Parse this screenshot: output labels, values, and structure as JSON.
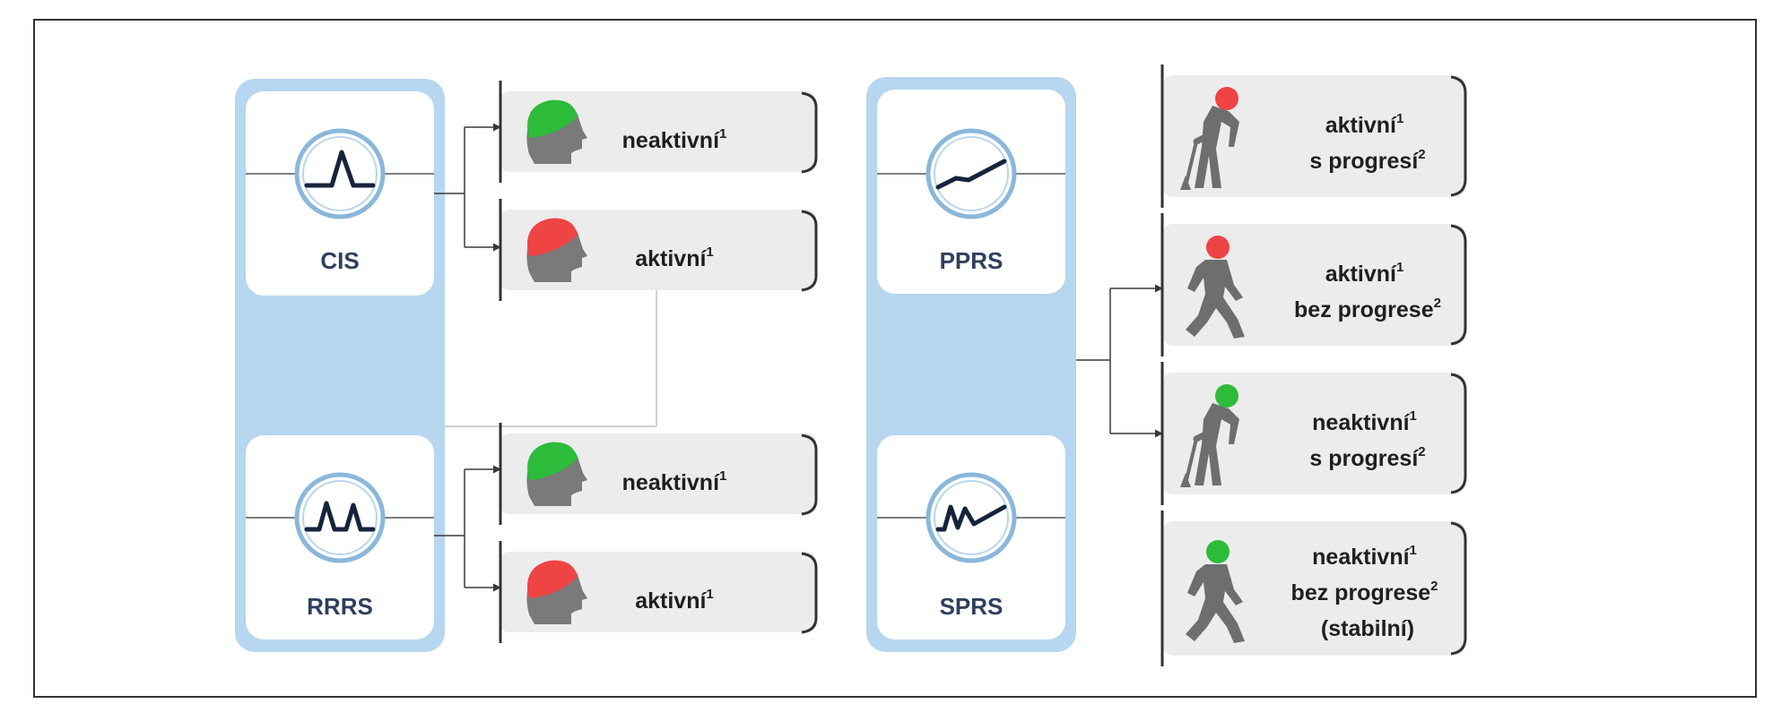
{
  "diagram": {
    "courses": {
      "cis": {
        "label": "CIS"
      },
      "rrms": {
        "label": "RRRS"
      },
      "ppms": {
        "label": "PPRS"
      },
      "spms": {
        "label": "SPRS"
      }
    },
    "relapsing_outcomes": [
      {
        "main": "neaktivní",
        "sup": "1"
      },
      {
        "main": "aktivní",
        "sup": "1"
      },
      {
        "main": "neaktivní",
        "sup": "1"
      },
      {
        "main": "aktivní",
        "sup": "1"
      }
    ],
    "progressive_outcomes": [
      {
        "line1": "aktivní",
        "sup1": "1",
        "line2": "s progresí",
        "sup2": "2",
        "line3": ""
      },
      {
        "line1": "aktivní",
        "sup1": "1",
        "line2": "bez progrese",
        "sup2": "2",
        "line3": ""
      },
      {
        "line1": "neaktivní",
        "sup1": "1",
        "line2": "s progresí",
        "sup2": "2",
        "line3": ""
      },
      {
        "line1": "neaktivní",
        "sup1": "1",
        "line2": "bez progrese",
        "sup2": "2",
        "line3": "(stabilní)"
      }
    ],
    "colors": {
      "panel_frame": "#b7d6f0",
      "panel_fill": "#ffffff",
      "icon_ring": "#8ab7dc",
      "icon_wave": "#16233d",
      "box_fill": "#ececec",
      "label_text": "#2f3f5d",
      "head_grey": "#7a7a7a",
      "active_red": "#ee4444",
      "inactive_green": "#2dbb3a",
      "figure_grey": "#6e6e6e",
      "connector": "#3a3a3a"
    }
  }
}
